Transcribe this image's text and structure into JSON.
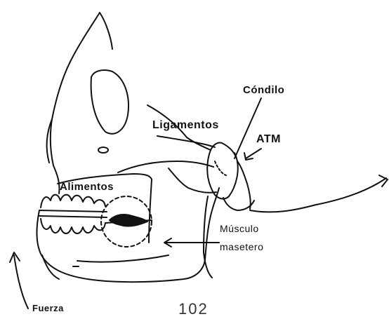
{
  "figure": {
    "labels": {
      "condilo": "Cóndilo",
      "ligamentos": "Ligamentos",
      "atm": "ATM",
      "alimentos": "Alimentos",
      "musculo": "Músculo",
      "masetero": "masetero",
      "fuerza": "Fuerza"
    },
    "page_number": "102"
  }
}
